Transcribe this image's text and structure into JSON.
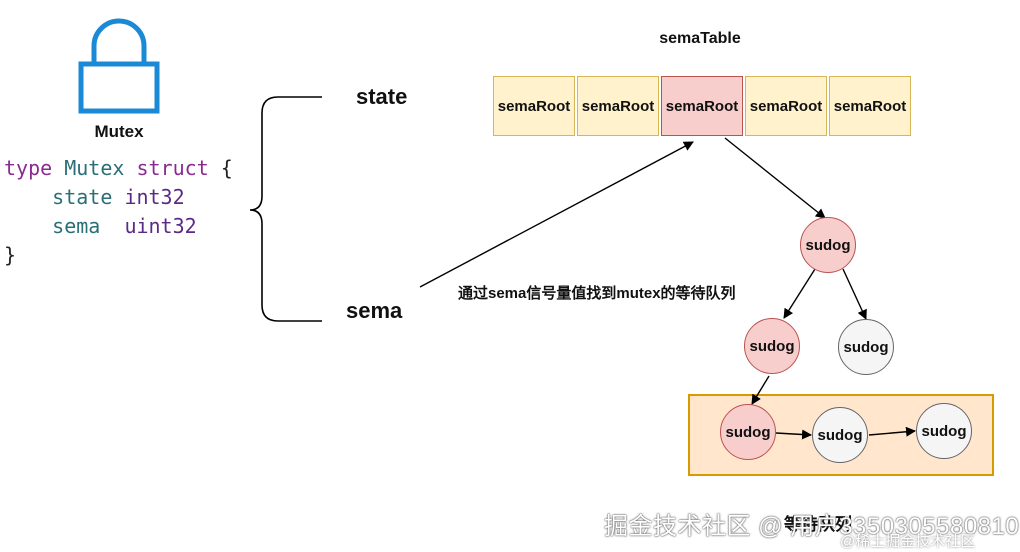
{
  "mutex": {
    "icon": "lock-icon",
    "label": "Mutex",
    "code": {
      "line1": {
        "kw1": "type",
        "name": "Mutex",
        "kw2": "struct",
        "brace": "{"
      },
      "line2": {
        "field": "state",
        "type": "int32"
      },
      "line3": {
        "field": "sema",
        "type": "uint32"
      },
      "line4": "}"
    }
  },
  "fields": {
    "state": "state",
    "sema": "sema"
  },
  "sema_table": {
    "title": "semaTable",
    "cells": [
      "semaRoot",
      "semaRoot",
      "semaRoot",
      "semaRoot",
      "semaRoot"
    ],
    "highlighted_index": 2
  },
  "caption": "通过sema信号量值找到mutex的等待队列",
  "tree": {
    "root": "sudog",
    "left": "sudog",
    "right": "sudog",
    "queue": [
      "sudog",
      "sudog",
      "sudog"
    ]
  },
  "queue_label": "等待队列",
  "watermark": "掘金技术社区 @ 用户3350305580810",
  "watermark_sub": "@稀土掘金技术社区",
  "colors": {
    "cell_fill": "#fff2cc",
    "cell_highlight": "#f8cecc",
    "node_red": "#f8cecc",
    "node_grey": "#f5f5f5",
    "queue_fill": "#ffe6cc",
    "lock_blue": "#1b8ad6"
  }
}
